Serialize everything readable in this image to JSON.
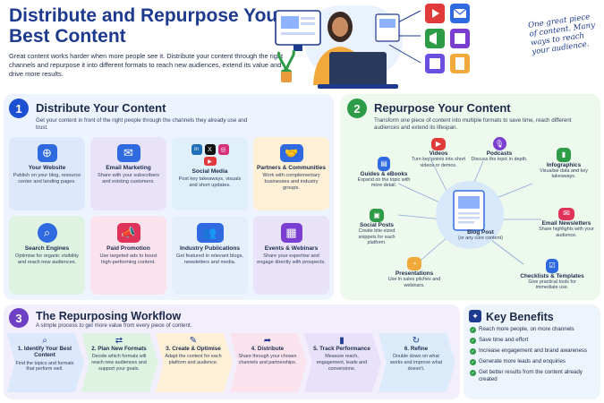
{
  "header": {
    "title": "Distribute and Repurpose Your Best Content",
    "subtitle": "Great content works harder when more people see it. Distribute your content through the right channels and repurpose it into different formats to reach new audiences, extend its value and drive more results.",
    "handwritten": "One great piece of content. Many ways to reach your audience."
  },
  "section1": {
    "number": "1",
    "title": "Distribute Your Content",
    "desc": "Get your content in front of the right people through the channels they already use and trust.",
    "cards": [
      {
        "title": "Your Website",
        "desc": "Publish on your blog, resource center and landing pages.",
        "icon": "web-icon"
      },
      {
        "title": "Email Marketing",
        "desc": "Share with your subscribers and existing customers.",
        "icon": "envelope-icon"
      },
      {
        "title": "Social Media",
        "desc": "Post key takeaways, visuals and short updates.",
        "icon": "social-icons"
      },
      {
        "title": "Partners & Communities",
        "desc": "Work with complementary businesses and industry groups.",
        "icon": "handshake-icon"
      },
      {
        "title": "Search Engines",
        "desc": "Optimise for organic visibility and reach new audiences.",
        "icon": "magnifier-icon"
      },
      {
        "title": "Paid Promotion",
        "desc": "Use targeted ads to boost high-performing content.",
        "icon": "megaphone-icon"
      },
      {
        "title": "Industry Publications",
        "desc": "Get featured in relevant blogs, newsletters and media.",
        "icon": "people-icon"
      },
      {
        "title": "Events & Webinars",
        "desc": "Share your expertise and engage directly with prospects.",
        "icon": "calendar-icon"
      }
    ]
  },
  "section2": {
    "number": "2",
    "title": "Repurpose Your Content",
    "desc": "Transform one piece of content into multiple formats to save time, reach different audiences and extend its lifespan.",
    "center": {
      "title": "Blog Post",
      "sub": "(or any core content)"
    },
    "nodes": [
      {
        "title": "Videos",
        "desc": "Turn key points into short videos or demos."
      },
      {
        "title": "Podcasts",
        "desc": "Discuss the topic in depth."
      },
      {
        "title": "Guides & eBooks",
        "desc": "Expand on the topic with more detail."
      },
      {
        "title": "Infographics",
        "desc": "Visualise data and key takeaways."
      },
      {
        "title": "Social Posts",
        "desc": "Create bite-sized snippets for each platform."
      },
      {
        "title": "Email Newsletters",
        "desc": "Share highlights with your audience."
      },
      {
        "title": "Presentations",
        "desc": "Use in sales pitches and webinars."
      },
      {
        "title": "Checklists & Templates",
        "desc": "Give practical tools for immediate use."
      }
    ]
  },
  "section3": {
    "number": "3",
    "title": "The Repurposing Workflow",
    "desc": "A simple process to get more value from every piece of content.",
    "steps": [
      {
        "title": "1. Identify Your Best Content",
        "desc": "Find the topics and formats that perform well.",
        "color": "#dce8fb"
      },
      {
        "title": "2. Plan New Formats",
        "desc": "Decide which formats will reach new audiences and support your goals.",
        "color": "#dff3e3"
      },
      {
        "title": "3. Create & Optimise",
        "desc": "Adapt the content for each platform and audience.",
        "color": "#fdf0d6"
      },
      {
        "title": "4. Distribute",
        "desc": "Share through your chosen channels and partnerships.",
        "color": "#fbe3ee"
      },
      {
        "title": "5. Track Performance",
        "desc": "Measure reach, engagement, leads and conversions.",
        "color": "#e8e1fa"
      },
      {
        "title": "6. Refine",
        "desc": "Double down on what works and improve what doesn't.",
        "color": "#dcebfa"
      }
    ]
  },
  "section4": {
    "title": "Key Benefits",
    "items": [
      "Reach more people, on more channels",
      "Save time and effort",
      "Increase engagement and brand awareness",
      "Generate more leads and enquiries",
      "Get better results from the content already created"
    ]
  }
}
